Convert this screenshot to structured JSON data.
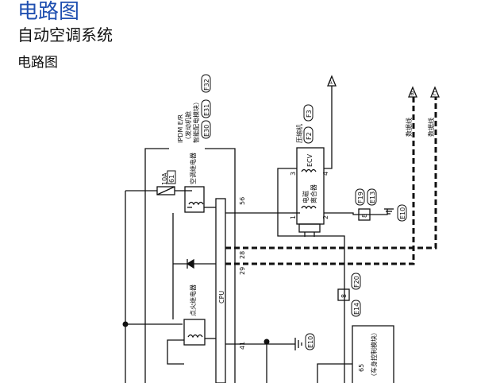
{
  "header": {
    "title": "电路图",
    "subtitle": "自动空调系统",
    "section": "电路图"
  },
  "diagram": {
    "ipdm": {
      "name": "IPDM E/R",
      "desc1": "（发动机舱",
      "desc2": "智能配电模块）",
      "connectors": [
        "E30",
        "E31",
        "F32"
      ]
    },
    "fuse": {
      "rating": "10A",
      "number": "61"
    },
    "ac_relay": "空调继电器",
    "ignition_relay": "点火继电器",
    "cpu": "CPU",
    "compressor": {
      "name": "压缩机",
      "connectors": [
        "F2",
        "F3"
      ],
      "ecv": "ECV",
      "clutch1": "电磁",
      "clutch2": "离合器"
    },
    "pins": {
      "p56": "56",
      "p28": "28",
      "p29": "29",
      "p41": "41",
      "p3": "3",
      "p4": "4",
      "p1": "1",
      "p2": "2",
      "p65": "65",
      "p8a": "8",
      "p8b": "8"
    },
    "offpage": {
      "a": "A",
      "b": "B",
      "c": "C"
    },
    "data_line": "数据线",
    "f19": "F19",
    "e13": "E13",
    "e10": "E10",
    "f20": "F20",
    "e14": "E14",
    "e10b": "E10",
    "bcm": "（车身控制模块）"
  }
}
